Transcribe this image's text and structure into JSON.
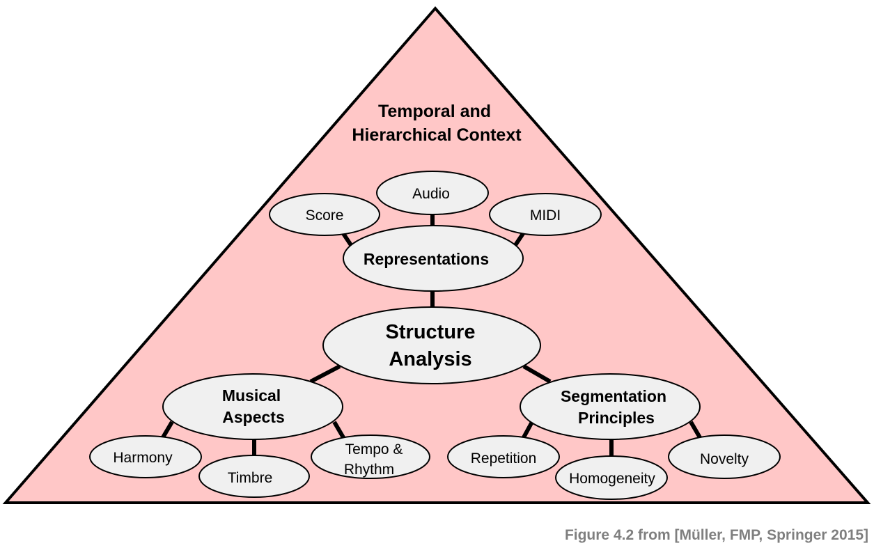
{
  "diagram": {
    "title_lines": [
      "Temporal and",
      "Hierarchical Context"
    ],
    "colors": {
      "triangle_fill": "#ffc7c7",
      "node_fill": "#f0f0f0",
      "stroke": "#000000",
      "caption": "#7f7f7f"
    },
    "center": {
      "lines": [
        "Structure",
        "Analysis"
      ]
    },
    "representations": {
      "lines": [
        "Representations"
      ],
      "children": [
        {
          "lines": [
            "Score"
          ]
        },
        {
          "lines": [
            "Audio"
          ]
        },
        {
          "lines": [
            "MIDI"
          ]
        }
      ]
    },
    "musical_aspects": {
      "lines": [
        "Musical",
        "Aspects"
      ],
      "children": [
        {
          "lines": [
            "Harmony"
          ]
        },
        {
          "lines": [
            "Timbre"
          ]
        },
        {
          "lines": [
            "Tempo &",
            "Rhythm"
          ]
        }
      ]
    },
    "segmentation_principles": {
      "lines": [
        "Segmentation",
        "Principles"
      ],
      "children": [
        {
          "lines": [
            "Repetition"
          ]
        },
        {
          "lines": [
            "Homogeneity"
          ]
        },
        {
          "lines": [
            "Novelty"
          ]
        }
      ]
    }
  },
  "caption": "Figure 4.2 from [Müller, FMP, Springer 2015]"
}
